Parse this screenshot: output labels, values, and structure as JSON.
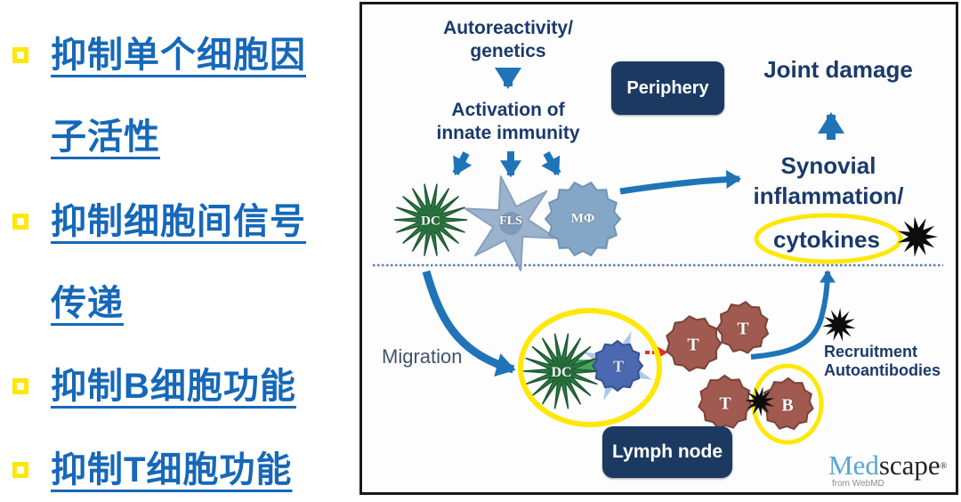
{
  "slide": {
    "bullets": [
      {
        "lines": [
          "抑制单个细胞因",
          "子活性"
        ]
      },
      {
        "lines": [
          "抑制细胞间信号",
          "传递"
        ]
      },
      {
        "lines": [
          "抑制B细胞功能"
        ]
      },
      {
        "lines": [
          "抑制T细胞功能"
        ]
      }
    ],
    "bullet_text_color": "#1668b8",
    "bullet_marker_color": "#ffe70a"
  },
  "diagram": {
    "autoreactivity": [
      "Autoreactivity/",
      "genetics"
    ],
    "activation": [
      "Activation of",
      "innate immunity"
    ],
    "periphery": "Periphery",
    "joint_damage": "Joint damage",
    "synovial": [
      "Synovial",
      "inflammation/"
    ],
    "cytokines": "cytokines",
    "migration": "Migration",
    "recruitment": "Recruitment",
    "autoantibodies": "Autoantibodies",
    "lymph_node": "Lymph node",
    "cells": {
      "dendritic": "DC",
      "fibroblast": "FLS",
      "macrophage": "MΦ",
      "dendritic_lymph": "DC",
      "t_lymph": "T",
      "t1": "T",
      "t2": "T",
      "t3": "T",
      "b": "B"
    },
    "colors": {
      "navy_text": "#1b3a6b",
      "arrow_blue": "#1f74b8",
      "highlight_yellow": "#ffe70a",
      "red_arrow": "#e03222",
      "dc_green": "#2e7d46",
      "t_cell_brown": "#a05a50",
      "box_navy": "#1c3a61"
    }
  },
  "logo": {
    "med": "Med",
    "scape": "scape",
    "reg": "®",
    "tagline": "from WebMD"
  }
}
